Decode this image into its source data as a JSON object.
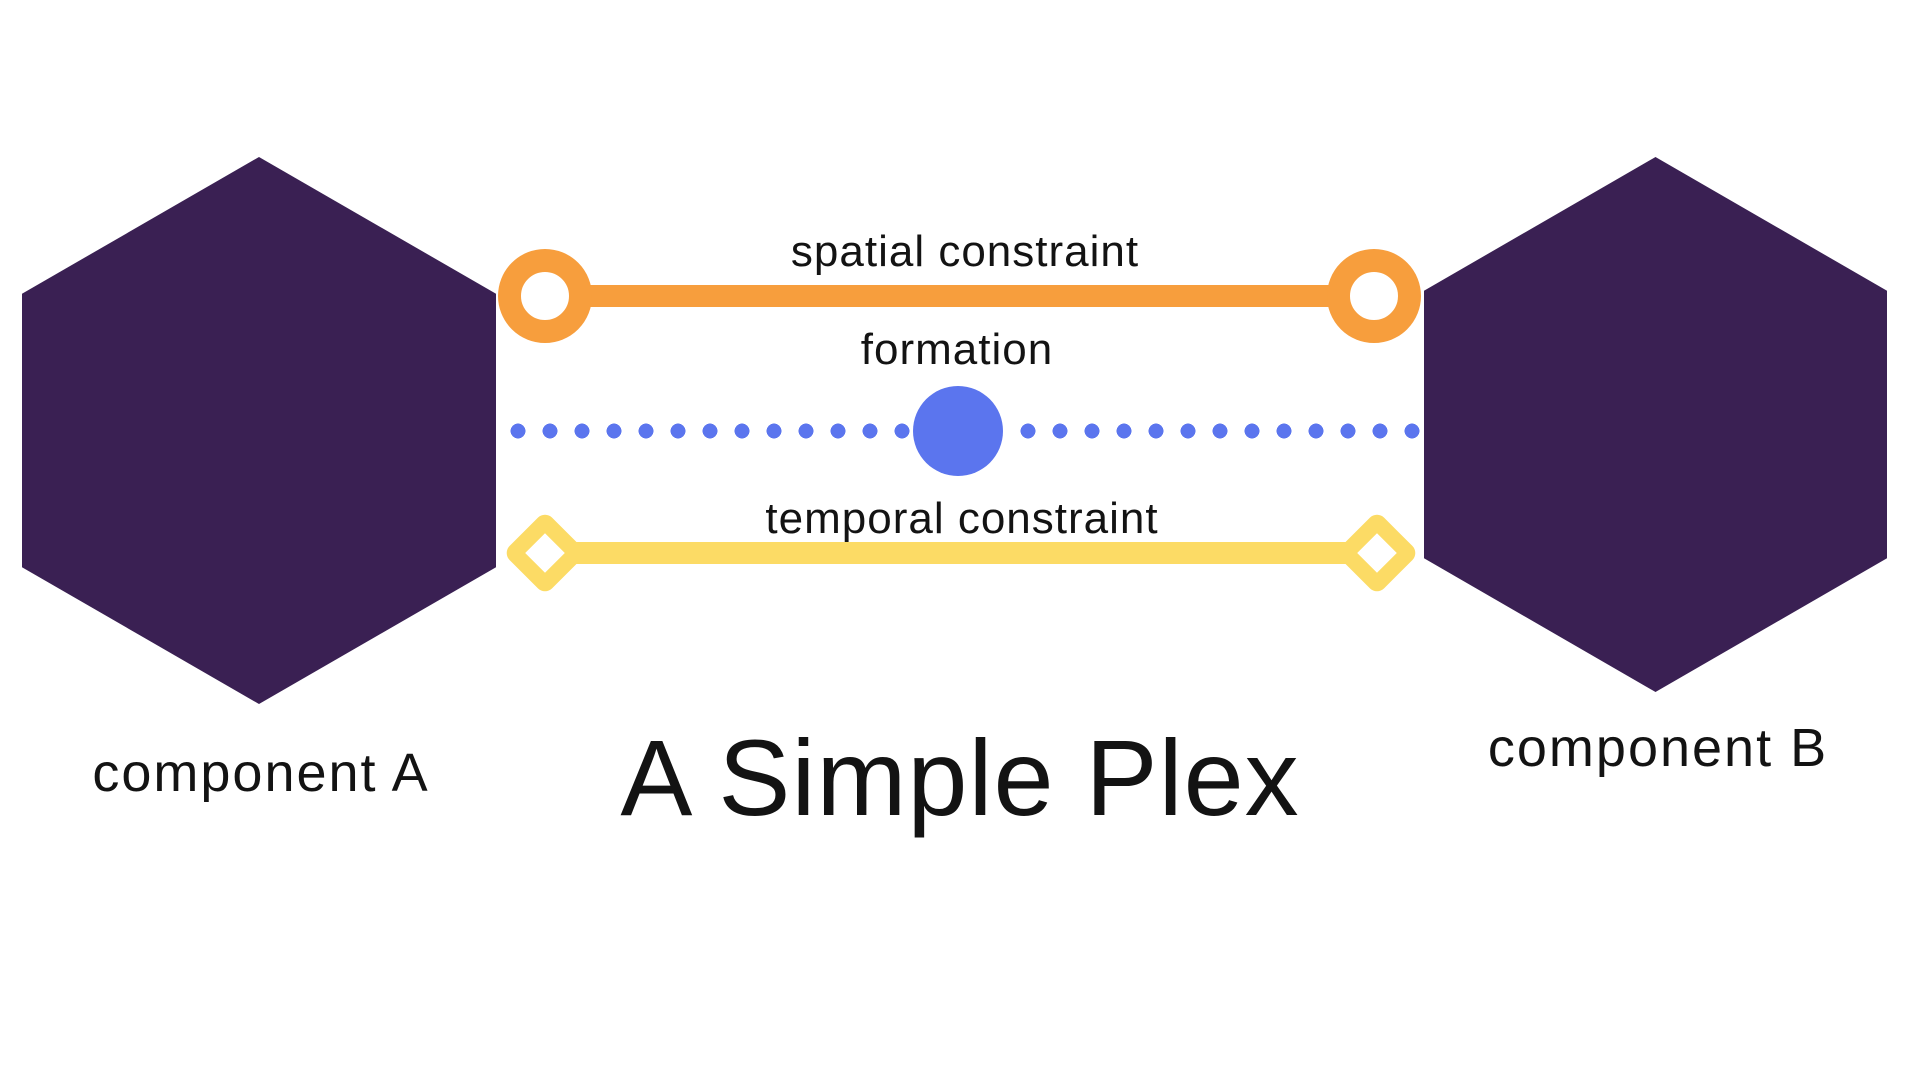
{
  "title": "A Simple Plex",
  "components": {
    "a": {
      "label": "component A",
      "shape": "hexagon"
    },
    "b": {
      "label": "component B",
      "shape": "hexagon"
    }
  },
  "connectors": {
    "spatial": {
      "label": "spatial constraint",
      "line_style": "solid",
      "endpoint_style": "ring"
    },
    "formation": {
      "label": "formation",
      "line_style": "dotted",
      "midpoint_style": "filled-circle"
    },
    "temporal": {
      "label": "temporal constraint",
      "line_style": "solid",
      "endpoint_style": "diamond"
    }
  },
  "colors": {
    "component": "#3a2053",
    "spatial": "#f79e3d",
    "formation": "#5b75ee",
    "temporal": "#fcdb65",
    "ink": "#131313",
    "background": "#ffffff"
  }
}
